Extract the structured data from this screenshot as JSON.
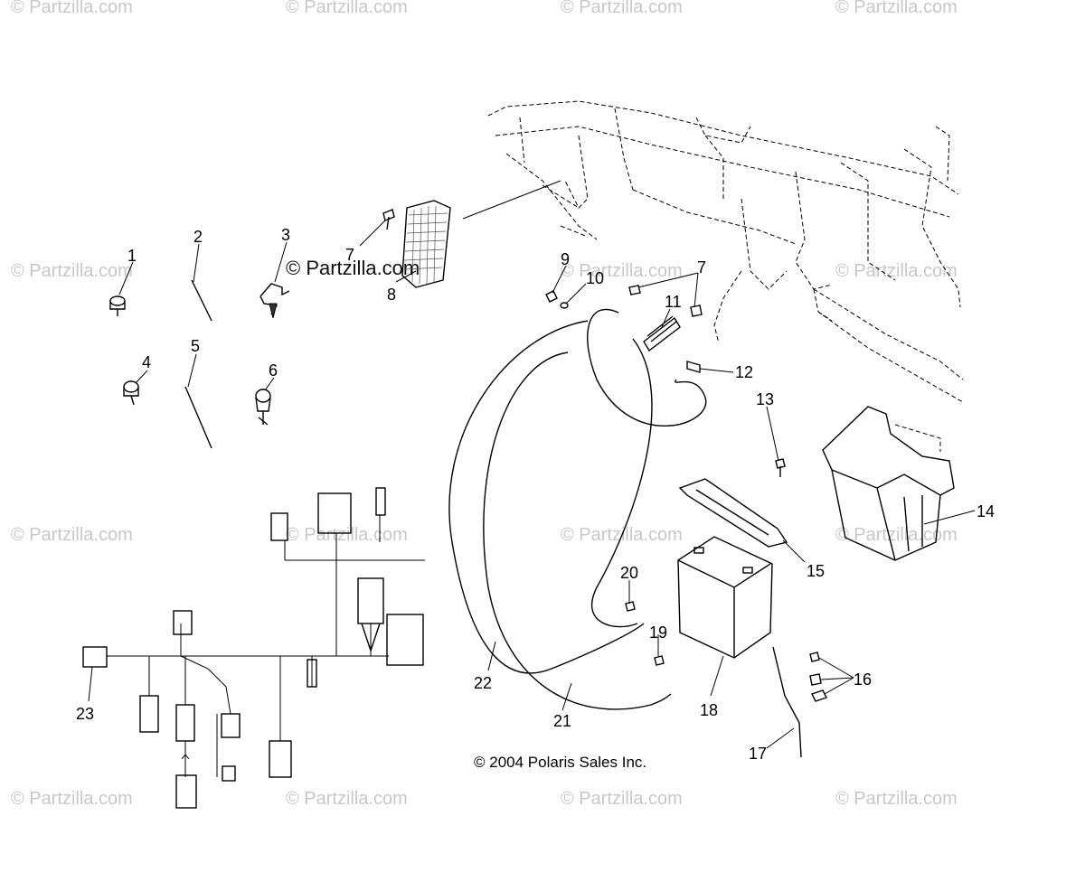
{
  "watermark": "© Partzilla.com",
  "credit": "© 2004 Polaris Sales Inc.",
  "callouts": [
    "1",
    "2",
    "3",
    "7",
    "8",
    "9",
    "10",
    "7",
    "11",
    "12",
    "4",
    "5",
    "6",
    "13",
    "14",
    "15",
    "20",
    "19",
    "22",
    "21",
    "18",
    "23",
    "16",
    "17"
  ]
}
